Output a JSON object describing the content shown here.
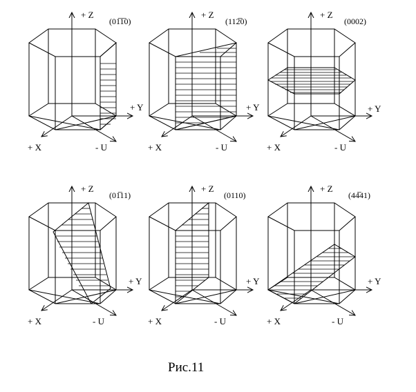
{
  "axis_labels": {
    "z": "+ Z",
    "y": "+ Y",
    "x": "+ X",
    "u": "- U"
  },
  "panels": [
    {
      "id": "p1",
      "miller_index": "(01̅1̅0)"
    },
    {
      "id": "p2",
      "miller_index": "(112̅0)"
    },
    {
      "id": "p3",
      "miller_index": "(0002)"
    },
    {
      "id": "p4",
      "miller_index": "(01̅11)"
    },
    {
      "id": "p5",
      "miller_index": "(0110)"
    },
    {
      "id": "p6",
      "miller_index": "(44̅41)"
    }
  ],
  "caption": "Рис.11"
}
